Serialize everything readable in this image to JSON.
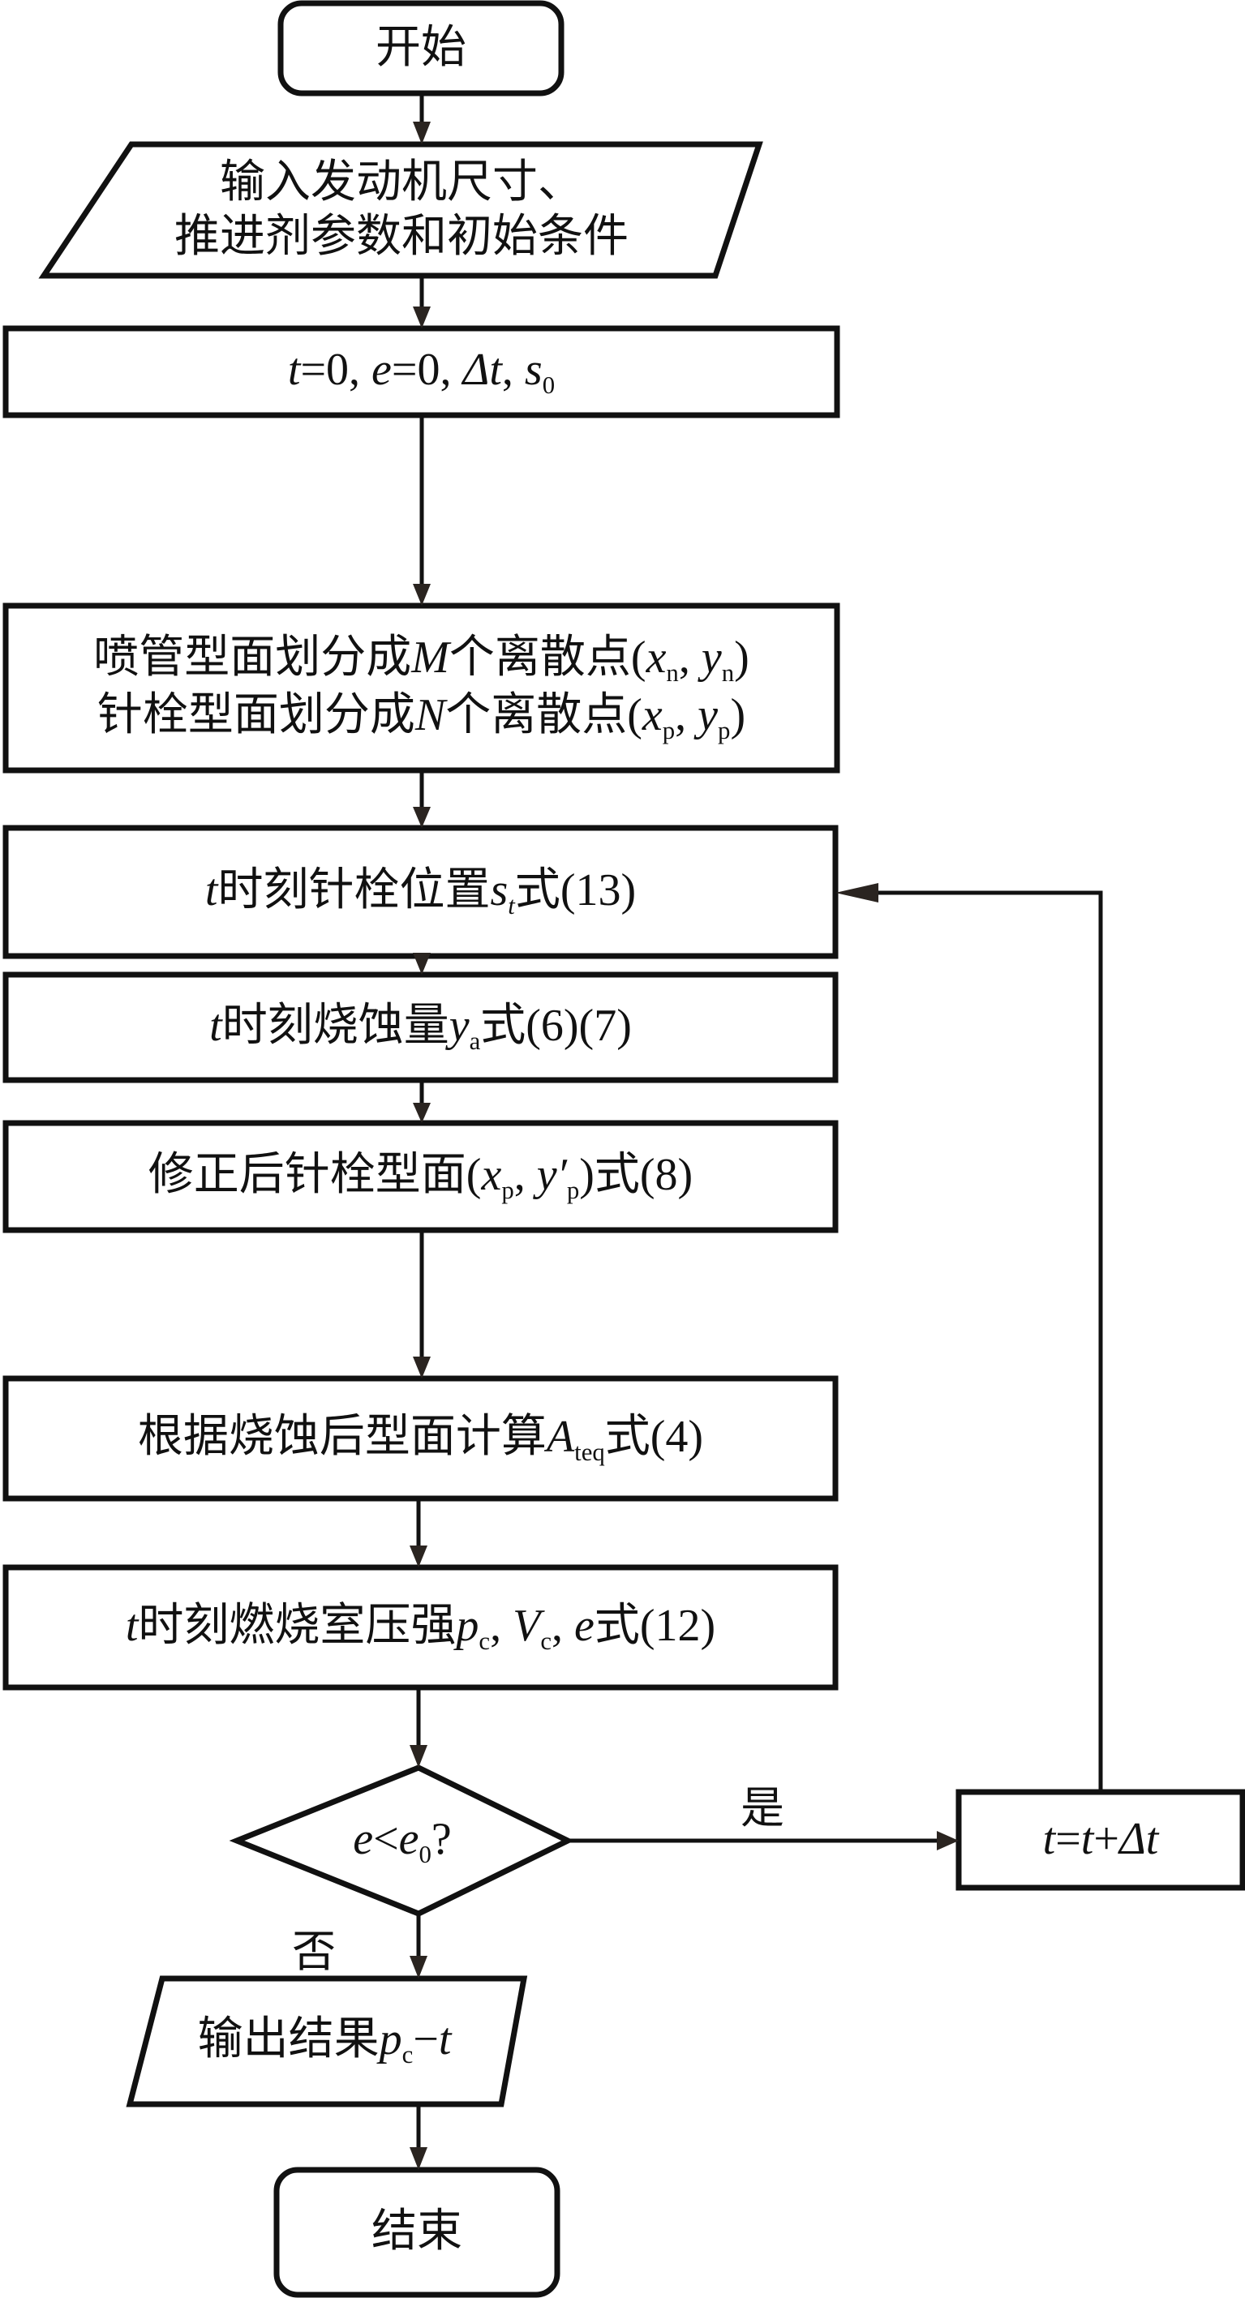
{
  "flowchart": {
    "nodes": {
      "start": {
        "type": "terminal",
        "label": "开始"
      },
      "input": {
        "type": "io",
        "lines": [
          "输入发动机尺寸、",
          "推进剂参数和初始条件"
        ]
      },
      "init": {
        "type": "process",
        "t_var": "t",
        "e_var": "e",
        "eq0": "=0, ",
        "delta_t": "Δt",
        "s_var": "s",
        "s_sub": "0"
      },
      "discretize": {
        "type": "process",
        "line1": {
          "prefix": "喷管型面划分成",
          "count": "M",
          "mid": "个离散点(",
          "x": "x",
          "x_sub": "n",
          "sep": ", ",
          "y": "y",
          "y_sub": "n",
          "close": ")"
        },
        "line2": {
          "prefix": "针栓型面划分成",
          "count": "N",
          "mid": "个离散点(",
          "x": "x",
          "x_sub": "p",
          "sep": ", ",
          "y": "y",
          "y_sub": "p",
          "close": ")"
        }
      },
      "pintle_pos": {
        "type": "process",
        "t_var": "t",
        "text": "时刻针栓位置",
        "s_var": "s",
        "s_sub": "t",
        "eq": "式(13)"
      },
      "erosion": {
        "type": "process",
        "t_var": "t",
        "text": "时刻烧蚀量",
        "y_var": "y",
        "y_sub": "a",
        "eq": "式(6)(7)"
      },
      "corrected": {
        "type": "process",
        "text": "修正后针栓型面(",
        "x": "x",
        "x_sub": "p",
        "sep": ", ",
        "y": "y′",
        "y_sub": "p",
        "close": ")",
        "eq": "式(8)"
      },
      "area": {
        "type": "process",
        "text": "根据烧蚀后型面计算",
        "a_var": "A",
        "a_sub": "teq",
        "eq": "式(4)"
      },
      "pressure": {
        "type": "process",
        "t_var": "t",
        "text": "时刻燃烧室压强",
        "p_var": "p",
        "p_sub": "c",
        "sep": ", ",
        "v_var": "V",
        "v_sub": "c",
        "e_var": "e",
        "eq": "式(12)"
      },
      "decision": {
        "type": "decision",
        "e": "e",
        "lt": "<",
        "e0": "e",
        "e0_sub": "0",
        "q": "?"
      },
      "increment": {
        "type": "process",
        "t1": "t",
        "eq": "=",
        "t2": "t",
        "plus": "+",
        "dt": "Δt"
      },
      "output": {
        "type": "io",
        "text": "输出结果",
        "p_var": "p",
        "p_sub": "c",
        "dash": "−",
        "t_var": "t"
      },
      "end": {
        "type": "terminal",
        "label": "结束"
      }
    },
    "edge_labels": {
      "yes": "是",
      "no": "否"
    }
  }
}
